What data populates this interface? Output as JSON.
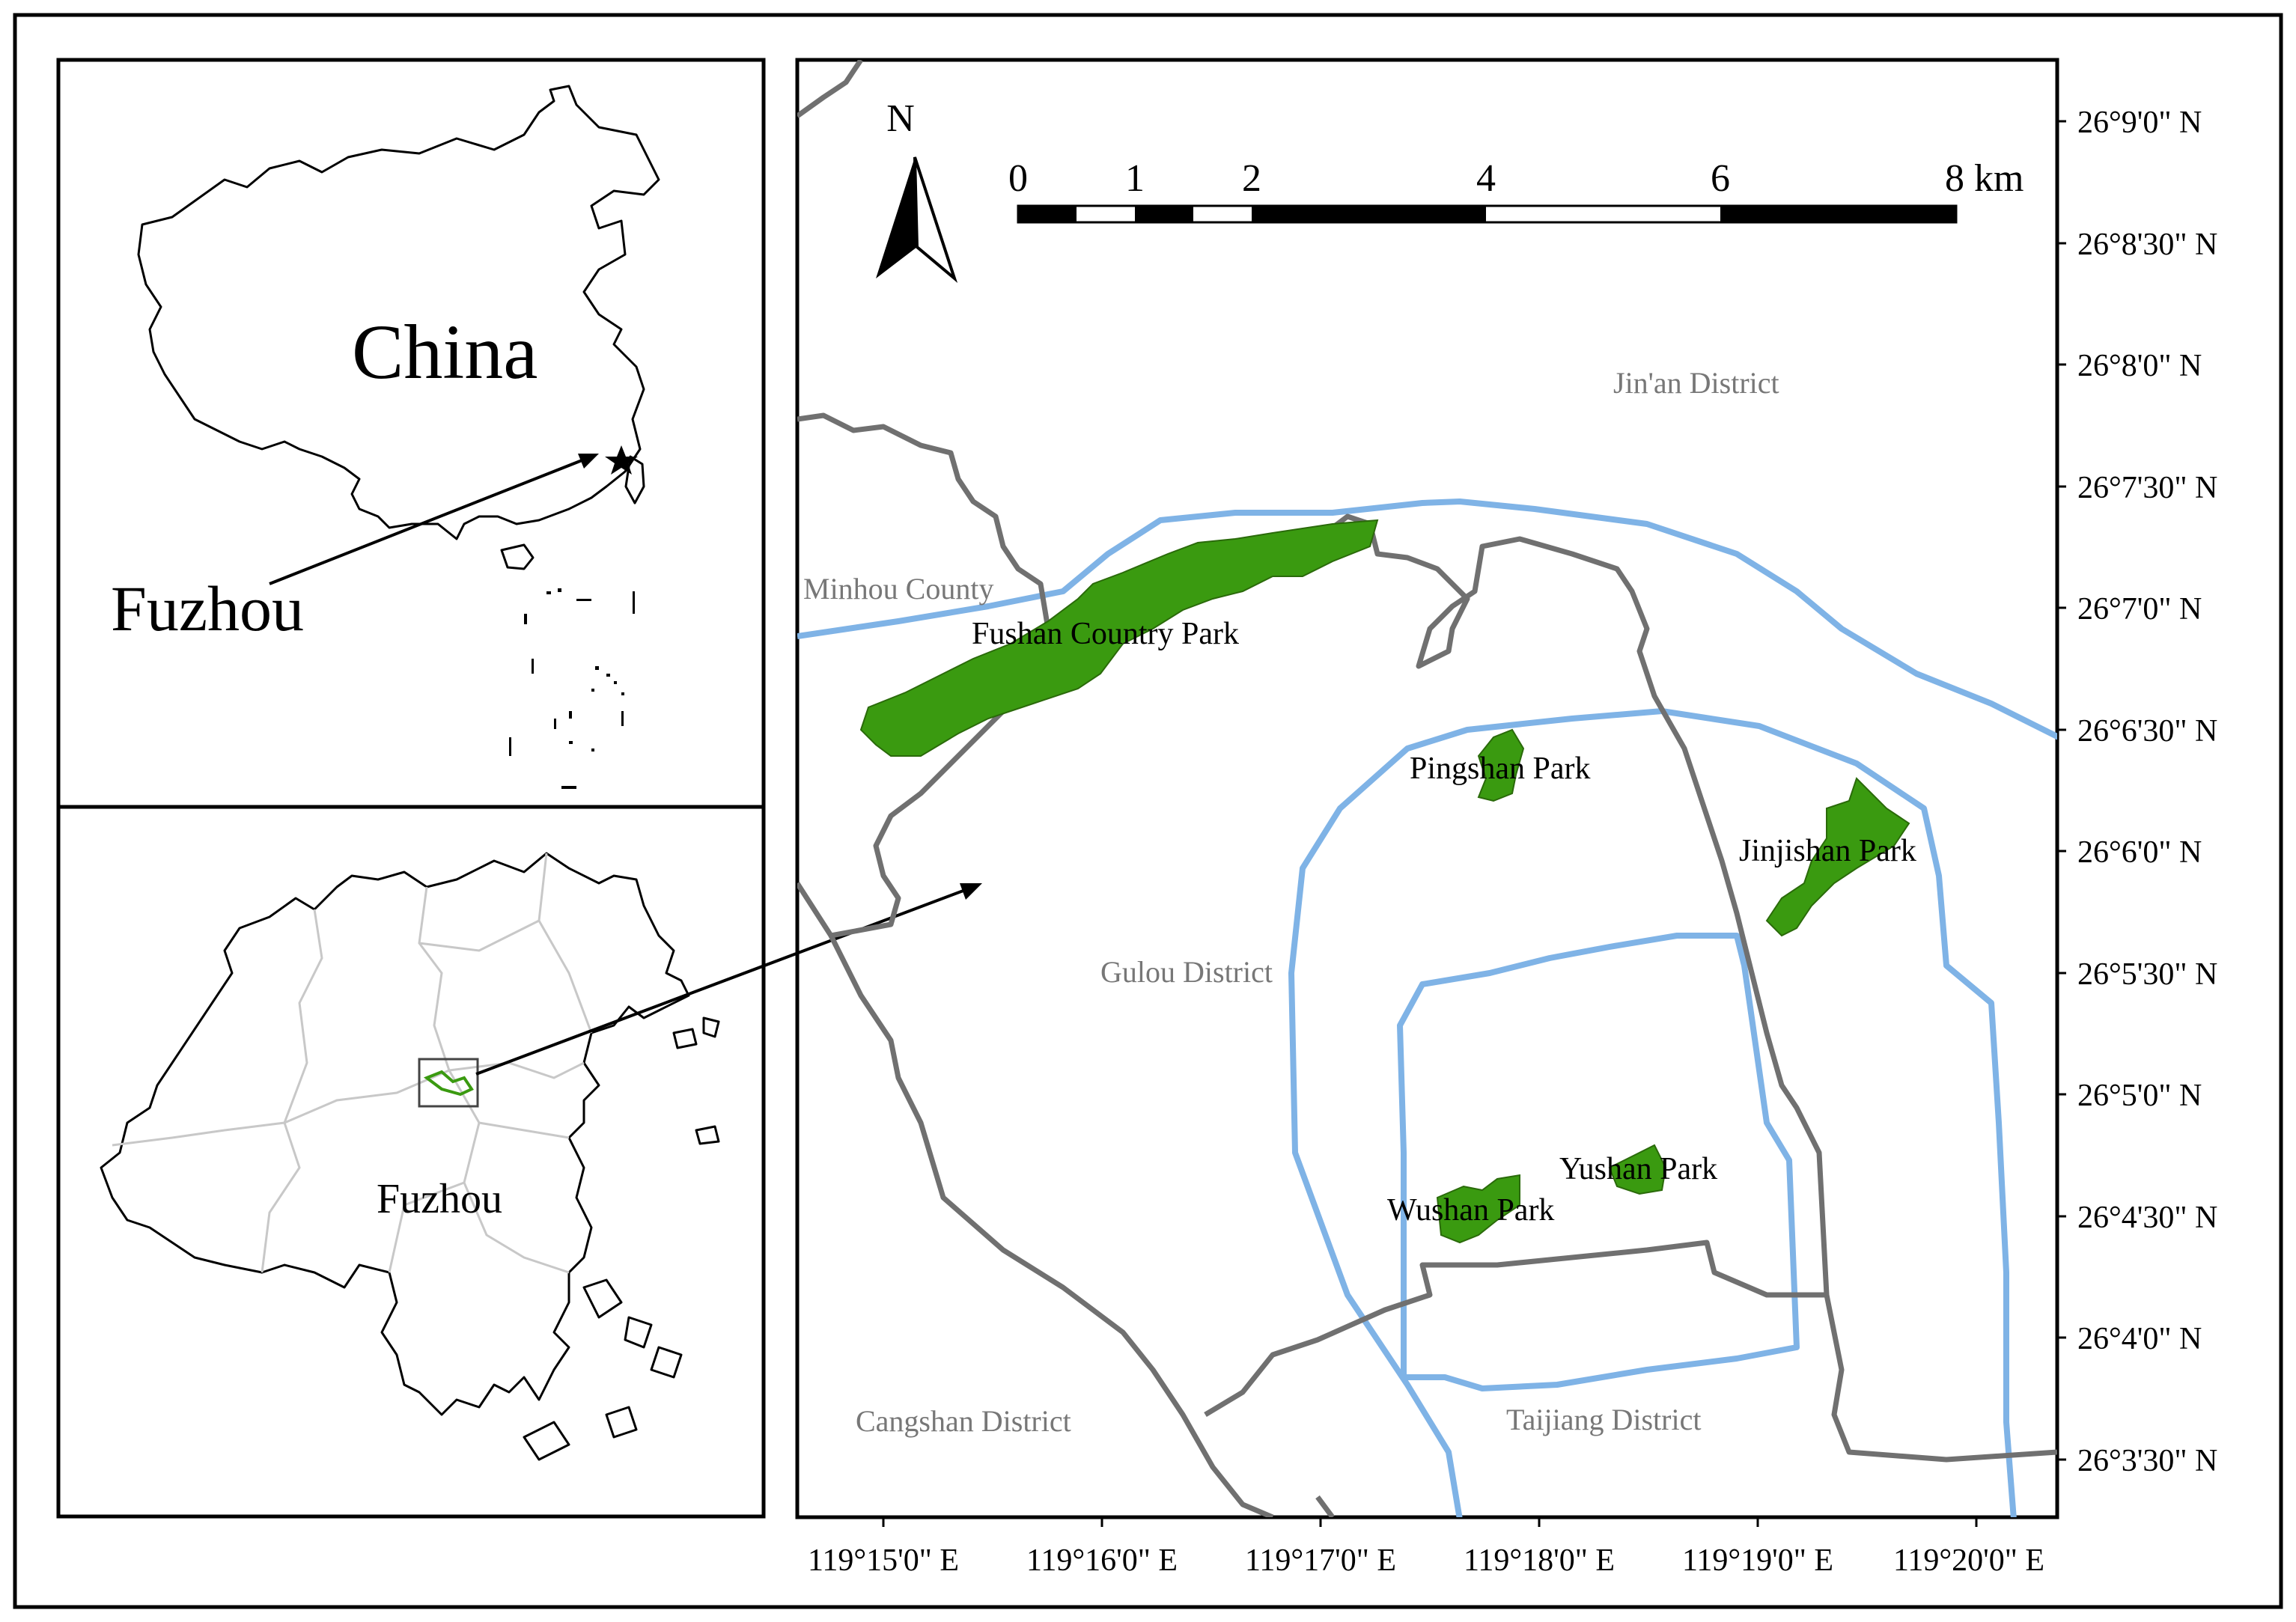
{
  "inset_top": {
    "country_label": "China",
    "city_label": "Fuzhou"
  },
  "inset_bottom": {
    "city_label": "Fuzhou"
  },
  "main_map": {
    "north_label": "N",
    "scale_bar": {
      "ticks": [
        "0",
        "1",
        "2",
        "4",
        "6",
        "8 km"
      ]
    },
    "district_labels": {
      "jinan": "Jin'an District",
      "minhou": "Minhou County",
      "gulou": "Gulou District",
      "cangshan": "Cangshan District",
      "taijiang": "Taijiang District"
    },
    "park_labels": {
      "fushan": "Fushan Country Park",
      "pingshan": "Pingshan Park",
      "jinjishan": "Jinjishan Park",
      "yushan": "Yushan Park",
      "wushan": "Wushan Park"
    },
    "latitude_labels": [
      "26°9'0\" N",
      "26°8'30\" N",
      "26°8'0\" N",
      "26°7'30\" N",
      "26°7'0\" N",
      "26°6'30\" N",
      "26°6'0\" N",
      "26°5'30\" N",
      "26°5'0\" N",
      "26°4'30\" N",
      "26°4'0\" N",
      "26°3'30\" N"
    ],
    "longitude_labels": [
      "119°15'0\" E",
      "119°16'0\" E",
      "119°17'0\" E",
      "119°18'0\" E",
      "119°19'0\" E",
      "119°20'0\" E"
    ]
  },
  "colors": {
    "park_fill": "#3a9a10",
    "ring_road": "#7fb3e6",
    "district_boundary": "#707070"
  }
}
